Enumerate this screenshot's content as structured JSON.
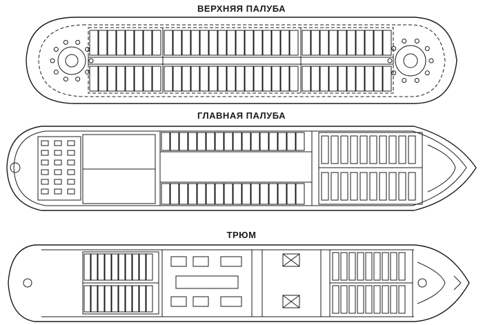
{
  "decks": {
    "upper": {
      "title": "ВЕРХНЯЯ ПАЛУБА"
    },
    "main": {
      "title": "ГЛАВНАЯ ПАЛУБА"
    },
    "hold": {
      "title": "ТРЮМ"
    }
  },
  "colors": {
    "line": "#1a1a1a",
    "background": "#ffffff"
  }
}
